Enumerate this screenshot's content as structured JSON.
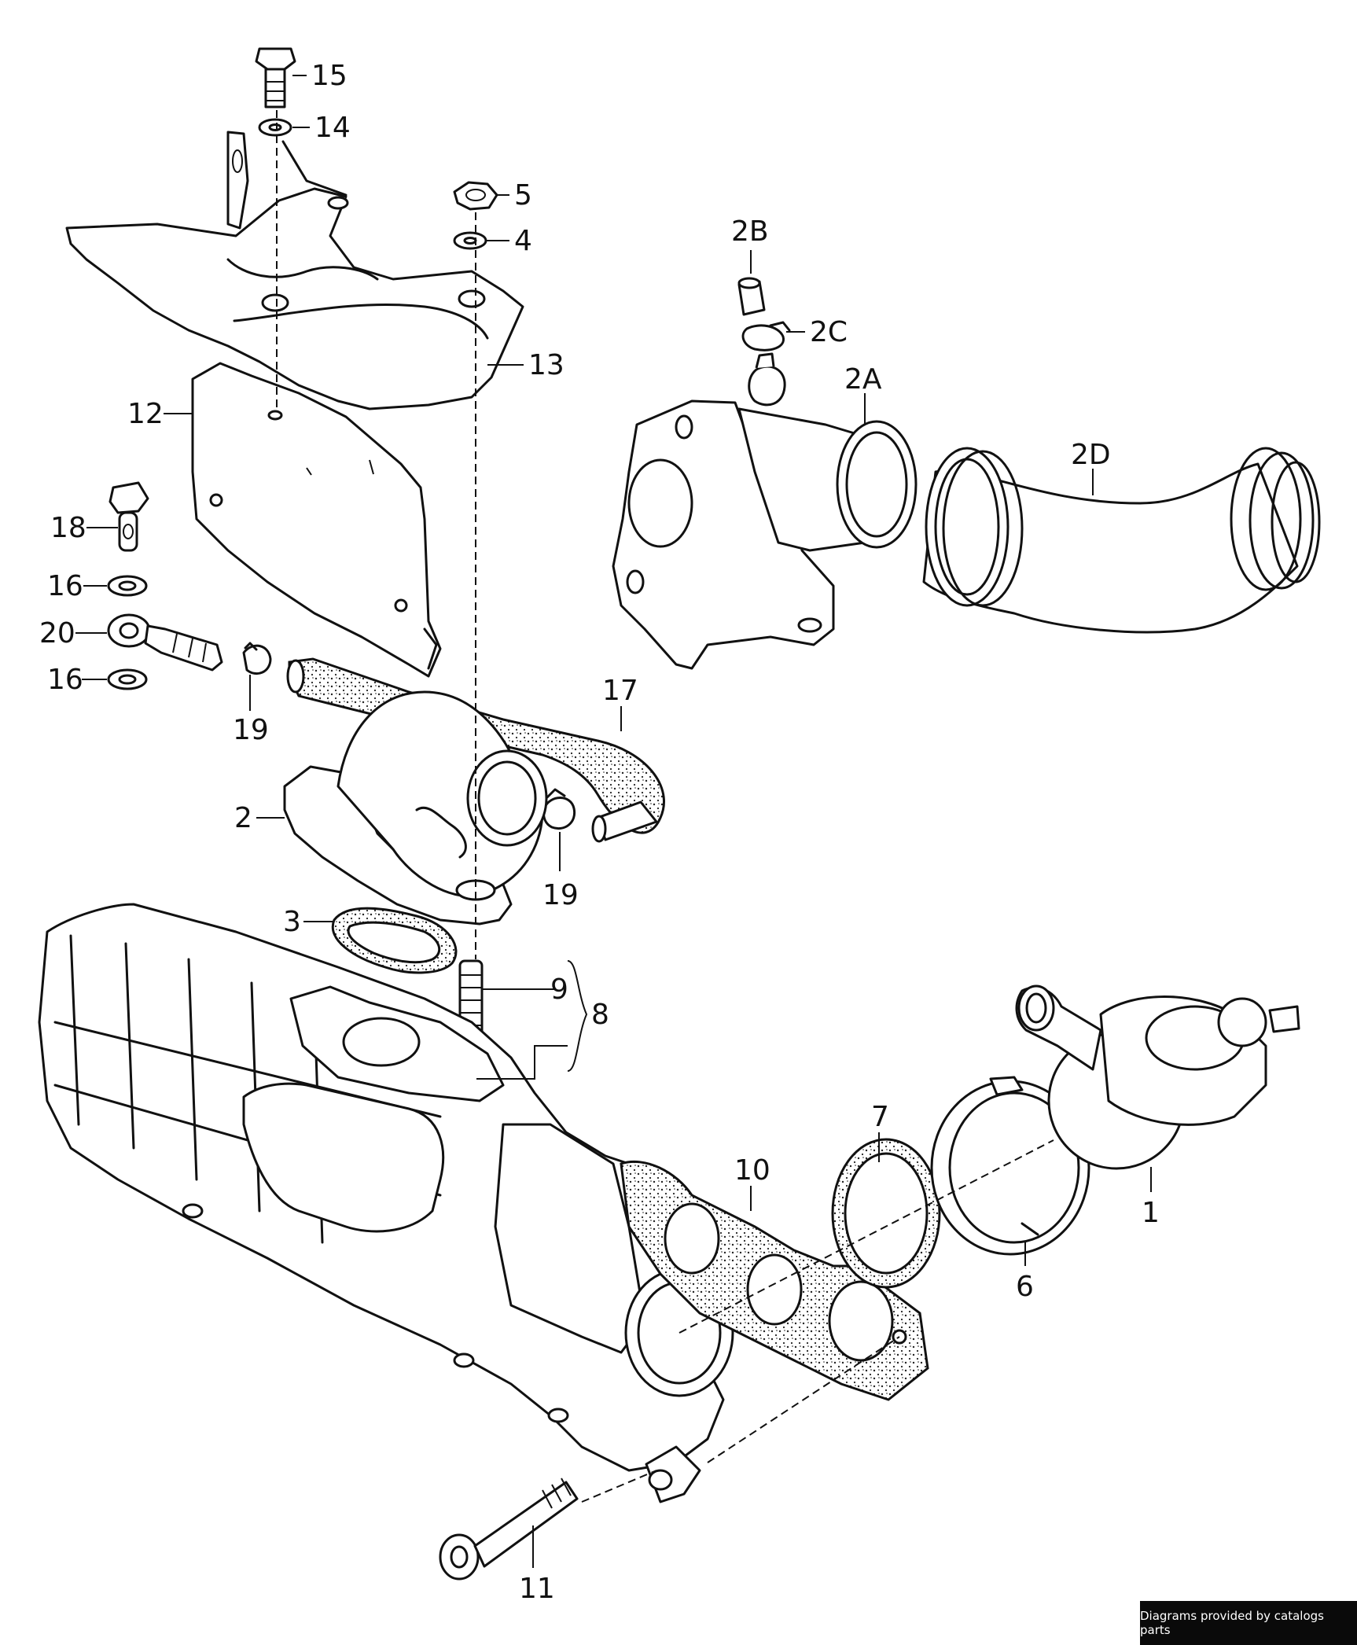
{
  "footer_text": "Diagrams provided by catalogs parts",
  "callouts": [
    {
      "id": "c15",
      "text": "15"
    },
    {
      "id": "c14",
      "text": "14"
    },
    {
      "id": "c5",
      "text": "5"
    },
    {
      "id": "c4",
      "text": "4"
    },
    {
      "id": "c2B",
      "text": "2B"
    },
    {
      "id": "c2C",
      "text": "2C"
    },
    {
      "id": "c2A",
      "text": "2A"
    },
    {
      "id": "c2D",
      "text": "2D"
    },
    {
      "id": "c13",
      "text": "13"
    },
    {
      "id": "c12",
      "text": "12"
    },
    {
      "id": "c18",
      "text": "18"
    },
    {
      "id": "c16a",
      "text": "16"
    },
    {
      "id": "c20",
      "text": "20"
    },
    {
      "id": "c16b",
      "text": "16"
    },
    {
      "id": "c19a",
      "text": "19"
    },
    {
      "id": "c17",
      "text": "17"
    },
    {
      "id": "c2",
      "text": "2"
    },
    {
      "id": "c19b",
      "text": "19"
    },
    {
      "id": "c3",
      "text": "3"
    },
    {
      "id": "c9",
      "text": "9"
    },
    {
      "id": "c8",
      "text": "8"
    },
    {
      "id": "c7",
      "text": "7"
    },
    {
      "id": "c10",
      "text": "10"
    },
    {
      "id": "c1",
      "text": "1"
    },
    {
      "id": "c6",
      "text": "6"
    },
    {
      "id": "c11",
      "text": "11"
    }
  ]
}
